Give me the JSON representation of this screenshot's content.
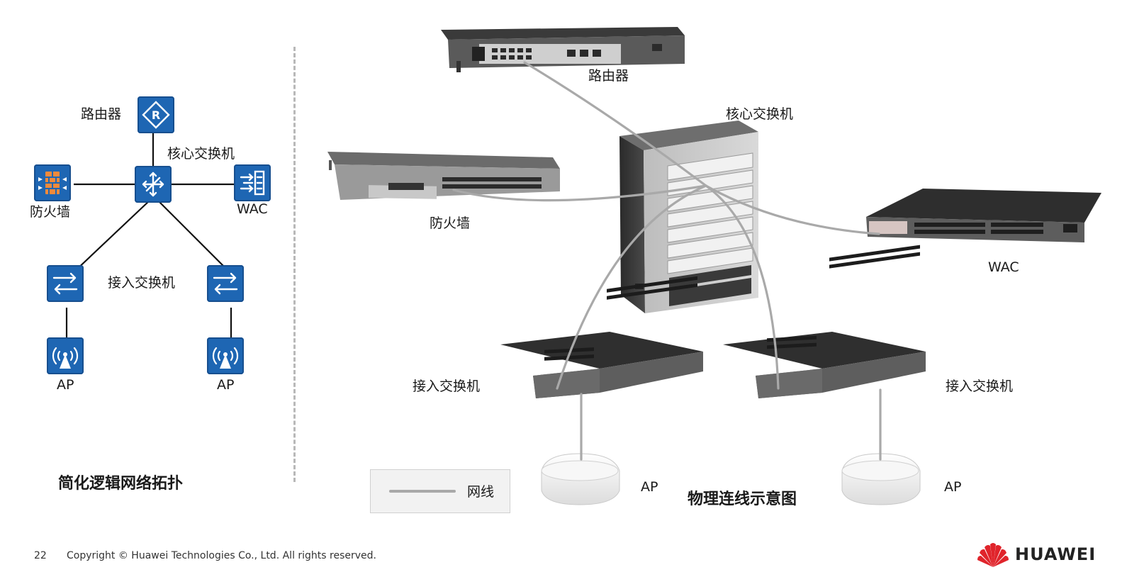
{
  "logical": {
    "router": "路由器",
    "core_switch": "核心交换机",
    "firewall": "防火墙",
    "wac": "WAC",
    "access_switch": "接入交换机",
    "ap_left": "AP",
    "ap_right": "AP",
    "title": "简化逻辑网络拓扑"
  },
  "physical": {
    "router": "路由器",
    "core_switch": "核心交换机",
    "firewall": "防火墙",
    "wac": "WAC",
    "access_switch_left": "接入交换机",
    "access_switch_right": "接入交换机",
    "ap_left": "AP",
    "ap_right": "AP",
    "title": "物理连线示意图"
  },
  "legend": {
    "cable": "网线"
  },
  "footer": {
    "page_number": "22",
    "copyright": "Copyright © Huawei Technologies Co., Ltd. All rights reserved.",
    "brand": "HUAWEI"
  },
  "colors": {
    "icon_blue": "#1e66b3",
    "cable_gray": "#a9a9a9",
    "brand_red": "#e0242b"
  }
}
